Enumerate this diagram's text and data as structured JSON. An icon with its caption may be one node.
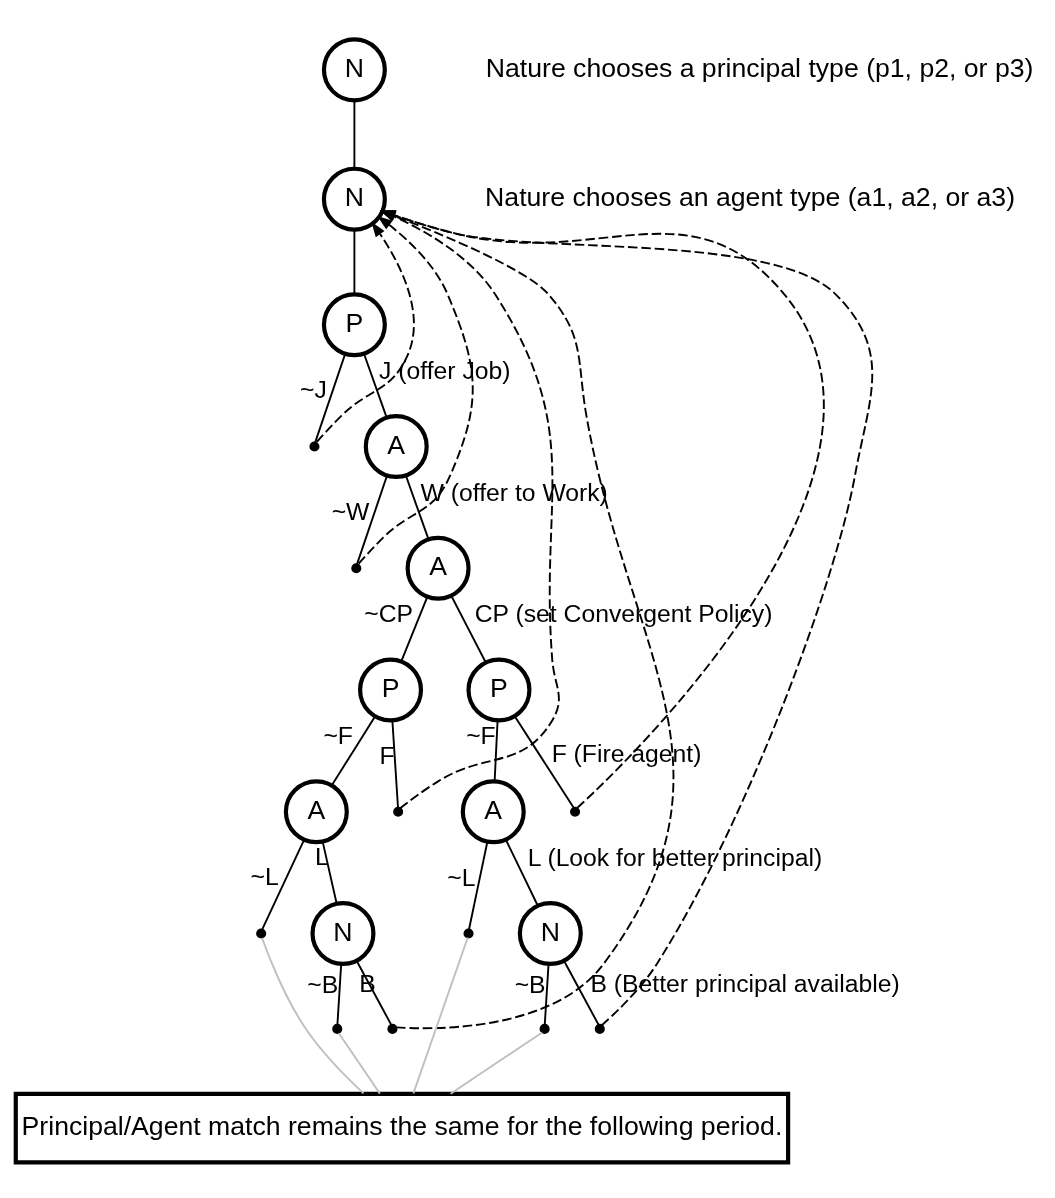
{
  "diagram": {
    "nodes": [
      {
        "text": [
          "N"
        ],
        "beside": [
          "Nature chooses a principal type (p1, p2, or p3)"
        ]
      },
      {
        "text": [
          "N"
        ],
        "beside": [
          "Nature chooses an agent type (a1, a2, or a3)"
        ]
      },
      {
        "text": [
          "P"
        ]
      },
      {
        "text": [],
        "shape": "point"
      },
      {
        "text": [
          "A"
        ]
      },
      {
        "text": [],
        "shape": "point"
      },
      {
        "text": [
          "A"
        ]
      },
      {
        "text": [
          "P"
        ]
      },
      {
        "text": [
          "P"
        ]
      },
      {
        "text": [
          "A"
        ]
      },
      {
        "text": [],
        "shape": "point"
      },
      {
        "text": [],
        "shape": "point"
      },
      {
        "text": [
          "N"
        ]
      },
      {
        "text": [],
        "shape": "point"
      },
      {
        "text": [],
        "shape": "point"
      },
      {
        "text": [
          "A"
        ]
      },
      {
        "text": [],
        "shape": "point"
      },
      {
        "text": [],
        "shape": "point"
      },
      {
        "text": [
          "N"
        ]
      },
      {
        "text": [],
        "shape": "point"
      },
      {
        "text": [],
        "shape": "point"
      },
      {
        "text": [
          "Principal/Agent match remains the same for the following period."
        ]
      }
    ],
    "edges": [
      {
        "from": 0,
        "to": 1,
        "arrow": "none"
      },
      {
        "from": 1,
        "to": 2,
        "arrow": "none"
      },
      {
        "from": 2,
        "to": 3,
        "arrow": "none",
        "label": "~J"
      },
      {
        "from": 2,
        "to": 4,
        "arrow": "none",
        "label": "J (offer Job)"
      },
      {
        "from": 4,
        "to": 5,
        "arrow": "none",
        "label": "~W"
      },
      {
        "from": 4,
        "to": 6,
        "arrow": "none",
        "label": "W (offer to Work)"
      },
      {
        "from": 6,
        "to": 7,
        "arrow": "none",
        "label": "~CP"
      },
      {
        "from": 6,
        "to": 8,
        "arrow": "none",
        "label": "CP (set Convergent Policy)"
      },
      {
        "from": 7,
        "to": 9,
        "arrow": "none",
        "label": "~F"
      },
      {
        "from": 7,
        "to": 10,
        "arrow": "none",
        "label": "F"
      },
      {
        "from": 9,
        "to": 11,
        "arrow": "none",
        "label": "~L"
      },
      {
        "from": 9,
        "to": 12,
        "arrow": "none",
        "label": "L"
      },
      {
        "from": 12,
        "to": 13,
        "arrow": "none",
        "label": "~B"
      },
      {
        "from": 12,
        "to": 14,
        "arrow": "none",
        "label": "B"
      },
      {
        "from": 8,
        "to": 15,
        "arrow": "none",
        "label": "~F"
      },
      {
        "from": 8,
        "to": 16,
        "arrow": "none",
        "label": "F (Fire agent)"
      },
      {
        "from": 15,
        "to": 17,
        "arrow": "none",
        "label": "~L"
      },
      {
        "from": 15,
        "to": 18,
        "arrow": "none",
        "label": "L (Look for better principal)"
      },
      {
        "from": 18,
        "to": 19,
        "arrow": "none",
        "label": "~B"
      },
      {
        "from": 18,
        "to": 20,
        "arrow": "none",
        "label": "B (Better principal available)"
      },
      {
        "from": 3,
        "to": 1,
        "arrow": "to",
        "style": "dashed"
      },
      {
        "from": 5,
        "to": 1,
        "arrow": "to",
        "style": "dashed"
      },
      {
        "from": 10,
        "to": 1,
        "arrow": "to",
        "style": "dashed"
      },
      {
        "from": 14,
        "to": 1,
        "arrow": "to",
        "style": "dashed"
      },
      {
        "from": 16,
        "to": 1,
        "arrow": "to",
        "style": "dashed"
      },
      {
        "from": 20,
        "to": 1,
        "arrow": "to",
        "style": "dashed"
      },
      {
        "from": 11,
        "to": 21,
        "arrow": "none",
        "color": "#bfbfbf"
      },
      {
        "from": 13,
        "to": 21,
        "arrow": "none",
        "color": "#bfbfbf"
      },
      {
        "from": 17,
        "to": 21,
        "arrow": "none",
        "color": "#bfbfbf"
      },
      {
        "from": 19,
        "to": 21,
        "arrow": "none",
        "color": "#bfbfbf"
      }
    ]
  }
}
